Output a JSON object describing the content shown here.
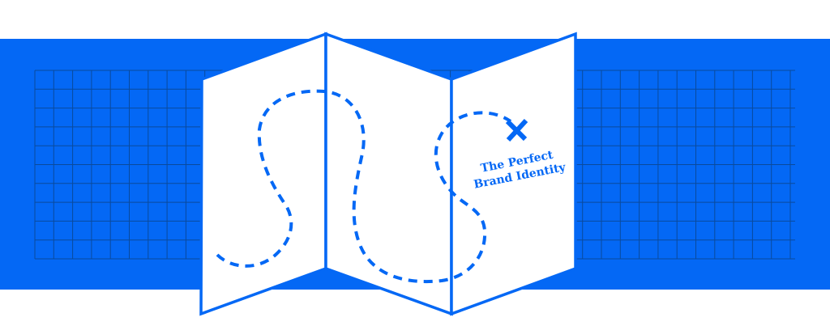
{
  "illustration": {
    "caption_line1": "The Perfect",
    "caption_line2": "Brand Identity",
    "marker_icon": "x-mark",
    "colors": {
      "brand_blue": "#0468F5",
      "grid_line": "#0a4a9c",
      "paper": "#ffffff"
    }
  }
}
